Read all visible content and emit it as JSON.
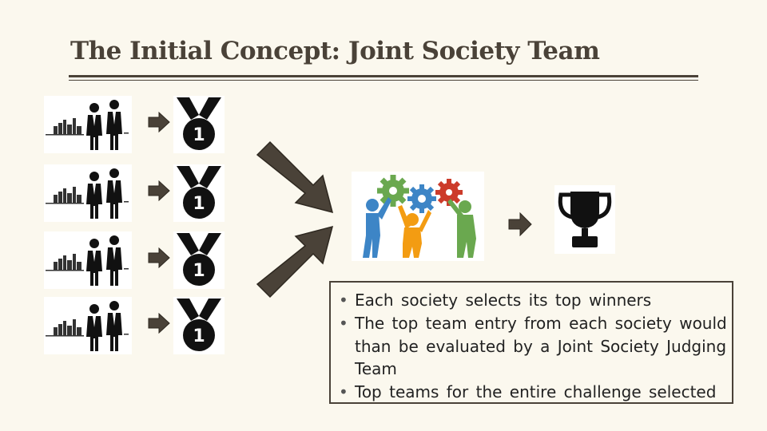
{
  "title": "The Initial Concept: Joint Society Team",
  "bullets": [
    "Each society selects its top winners",
    "The top team entry from each society would than be evaluated by a Joint Society Judging Team",
    "Top teams for the entire challenge selected"
  ],
  "medal_number": "1",
  "icons": {
    "society": "society-team-icon",
    "medal": "first-place-medal-icon",
    "arrow": "arrow-right-icon",
    "gears": "teamwork-gears-icon",
    "trophy": "trophy-icon"
  },
  "colors": {
    "title": "#4a4238",
    "arrow": "#4a4238",
    "gear_green": "#6aa84f",
    "gear_blue": "#3d85c6",
    "gear_red": "#cc3b2a",
    "figure_orange": "#f39c12"
  }
}
